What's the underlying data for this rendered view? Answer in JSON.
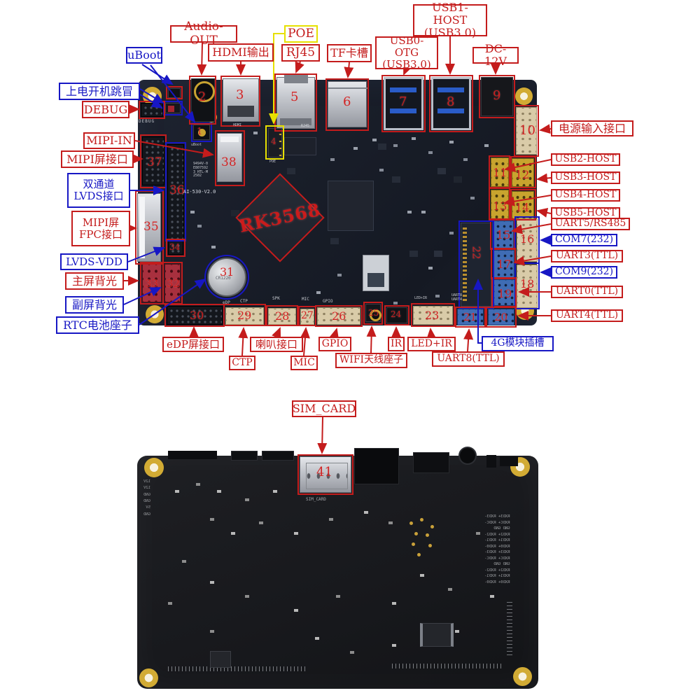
{
  "annotation_colors": {
    "red": "#c41c1c",
    "blue": "#1717c4",
    "yellow": "#e6e000"
  },
  "top_view": {
    "board_model": "AI-530-V2.0",
    "soc_label": "RK3568",
    "callouts": {
      "uboot": "uBoot",
      "audio_out": "Audio-OUT",
      "hdmi_out": "HDMI输出",
      "poe": "POE",
      "rj45": "RJ45",
      "tf_slot": "TF卡槽",
      "usb0_otg": "USB0-OTG\n(USB3.0)",
      "usb1_host": "USB1-HOST\n(USB3.0)",
      "dc_12v": "DC-12V",
      "power_on_jumper": "上电开机跳冒",
      "debug": "DEBUG",
      "mipi_in": "MIPI-IN",
      "mipi_lcd": "MIPI屏接口",
      "dual_lvds": "双通道\nLVDS接口",
      "mipi_fpc": "MIPI屏\nFPC接口",
      "lvds_vdd": "LVDS-VDD",
      "main_backlight": "主屏背光",
      "sub_backlight": "副屏背光",
      "rtc_holder": "RTC电池座子",
      "power_in": "电源输入接口",
      "usb2_host": "USB2-HOST",
      "usb3_host": "USB3-HOST",
      "usb4_host": "USB4-HOST",
      "usb5_host": "USB5-HOST",
      "uart5_rs485": "UART5/RS485",
      "com7_232": "COM7(232)",
      "uart3_ttl": "UART3(TTL)",
      "com9_232": "COM9(232)",
      "uart0_ttl": "UART0(TTL)",
      "uart4_ttl": "UART4(TTL)",
      "edp_lcd": "eDP屏接口",
      "ctp": "CTP",
      "speaker": "喇叭接口",
      "mic": "MIC",
      "gpio": "GPIO",
      "wifi_antenna": "WIFI天线座子",
      "ir": "IR",
      "led_ir": "LED+IR",
      "uart8_ttl": "UART8(TTL)",
      "slot_4g": "4G模块插槽"
    },
    "nums": {
      "uboot_jumper": "1",
      "audio": "2",
      "hdmi": "3",
      "poe": "4",
      "rj45": "5",
      "tf": "6",
      "usb0": "7",
      "usb1": "8",
      "dc": "9",
      "power_in": "10",
      "usb2": "11",
      "usb3": "12",
      "usb4": "13",
      "usb5": "14",
      "uart5": "15",
      "com7": "16",
      "uart3": "17",
      "com9": "18",
      "uart0": "19",
      "uart4": "20",
      "uart8": "21",
      "slot4g": "22",
      "led_ir": "23",
      "ir": "24",
      "wifi": "25",
      "gpio": "26",
      "mic": "27",
      "speaker": "28",
      "ctp": "29",
      "edp": "30",
      "rtc": "31",
      "sub_bl": "32",
      "main_bl": "33",
      "lvds_vdd": "34",
      "mipi_fpc": "35",
      "lvds": "36",
      "mipi_lcd": "37",
      "mipi_in": "38"
    },
    "silk": {
      "debug": "DEBUG",
      "uboot": "uBoot",
      "poe": "POE",
      "hdmi": "HDMI",
      "rj45": "RJ45",
      "ctp": "CTP",
      "spk": "SPK",
      "mic": "MIC",
      "gpio": "GPIO",
      "led_ir": "LED+IR",
      "uart84": "UART8\nUART4",
      "edp": "eDP",
      "chip_mark": "9494V-0\nE807592\n3 HTL-M\n2502",
      "battery": "CR1220"
    }
  },
  "bottom_view": {
    "callouts": {
      "sim_card": "SIM_CARD"
    },
    "nums": {
      "sim": "41"
    },
    "silk": {
      "sim": "SIM_CARD",
      "right_col": "RXD3+ RXD3-\nRXDC+ RXDC-\nGND   GND\nRXD2+ RXD2-\nRXD1+ RXD1-\nRXD0+ RXD0-\nRXD3+ RXD3-\nRXDC+ RXDC-\nGND   GND\nRXD2+ RXD2-\nRXD1+ RXD1-\nRXD0+ RXD0-",
      "left_col": "12V\n12V\nGND\nGND\n5V\nGND"
    }
  }
}
